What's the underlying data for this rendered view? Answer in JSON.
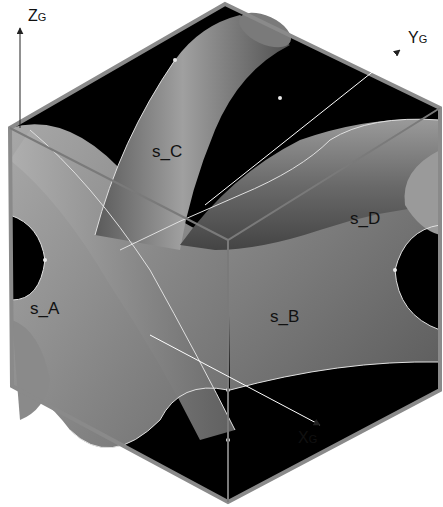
{
  "diagram": {
    "labels": [
      "s_C",
      "s_D",
      "s_A",
      "s_B",
      "ZG",
      "YG",
      "XG"
    ]
  }
}
